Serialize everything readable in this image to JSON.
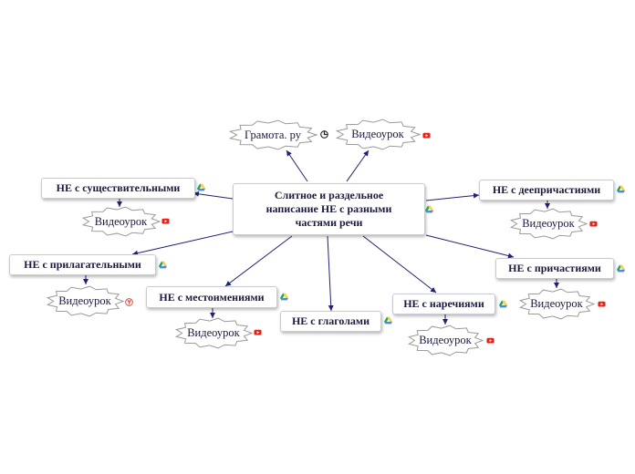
{
  "center": {
    "lines": [
      "Слитное и раздельное",
      "написание НЕ с разными",
      "частями речи"
    ]
  },
  "topics": {
    "nouns": "НЕ с существительными",
    "adjectives": "НЕ с прилагательными",
    "pronouns": "НЕ с местоимениями",
    "verbs": "НЕ с глаголами",
    "adverbs": "НЕ с наречиями",
    "gerunds": "НЕ с деепричастиями",
    "participles": "НЕ с причастиями"
  },
  "links": {
    "gramota": "Грамота. ру",
    "video": "Видеоурок"
  },
  "icon_names": {
    "drive": "google-drive-icon",
    "youtube": "youtube-icon",
    "web": "web-link-icon",
    "yandex": "yandex-icon"
  },
  "colors": {
    "connector": "#1f2270",
    "text": "#1a1a40",
    "youtube": "#e62117",
    "drive_green": "#1fa463",
    "drive_yellow": "#ffd04b",
    "drive_blue": "#4688f4"
  }
}
